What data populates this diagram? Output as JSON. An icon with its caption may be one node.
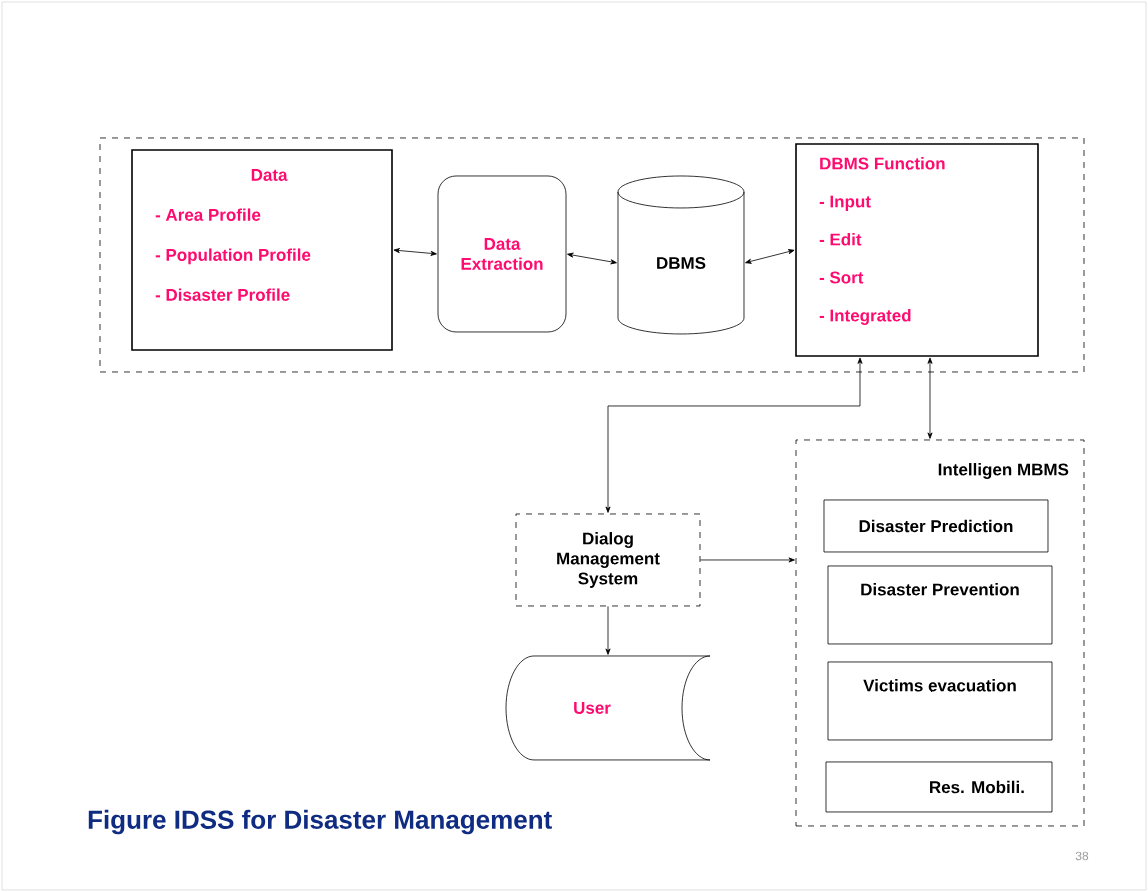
{
  "diagram": {
    "title": "Figure IDSS for Disaster Management",
    "nodes": [
      {
        "text": [],
        "shape": "box"
      },
      {
        "text": [
          "Data",
          "- Area Profile",
          "- Population Profile",
          "- Disaster Profile"
        ],
        "in": 0
      },
      {
        "text": [
          "Data Extraction"
        ],
        "in": 0
      },
      {
        "text": [
          "DBMS"
        ],
        "in": 0
      },
      {
        "text": [
          "DBMS Function",
          "- Input",
          "- Edit",
          "- Sort",
          "- Integrated"
        ],
        "in": 0
      },
      {
        "text": [
          "Dialog Management System"
        ]
      },
      {
        "text": [
          "User"
        ]
      },
      {
        "text": [
          "Intelligen MBMS"
        ]
      },
      {
        "text": [
          "Disaster Prediction"
        ],
        "in": 7
      },
      {
        "text": [
          "Disaster Prevention"
        ],
        "in": 7
      },
      {
        "text": [
          "Victims evacuation"
        ],
        "in": 7
      },
      {
        "text": [
          "Res. Mobili."
        ],
        "in": 7
      }
    ],
    "edges": [
      {
        "from": 1,
        "to": 2,
        "arrow": "both"
      },
      {
        "from": 2,
        "to": 3,
        "arrow": "both"
      },
      {
        "from": 3,
        "to": 4,
        "arrow": "both"
      },
      {
        "from": 5,
        "to": 4,
        "arrow": "both"
      },
      {
        "from": 4,
        "to": 7,
        "arrow": "both"
      },
      {
        "from": 5,
        "to": 7,
        "arrow": "to"
      },
      {
        "from": 5,
        "to": 6,
        "arrow": "to"
      }
    ],
    "labels": [
      "38"
    ]
  }
}
